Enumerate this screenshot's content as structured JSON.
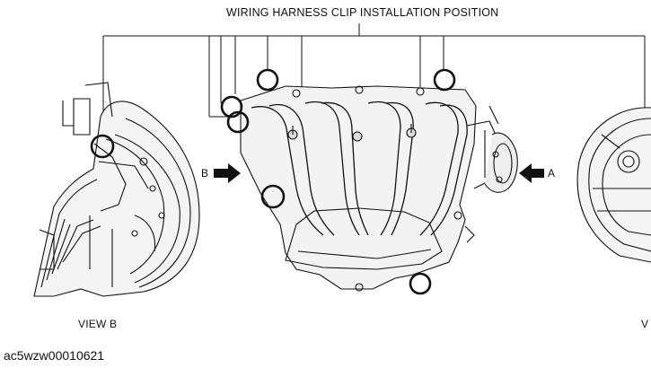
{
  "diagram": {
    "title": "WIRING HARNESS CLIP INSTALLATION POSITION",
    "view_b_label": "VIEW B",
    "view_a_partial_label": "V",
    "arrow_b_label": "B",
    "arrow_a_label": "A",
    "figure_id": "ac5wzw00010621"
  },
  "colors": {
    "line": "#111111",
    "bg": "#ffffff",
    "fill": "#f2f2f2"
  }
}
